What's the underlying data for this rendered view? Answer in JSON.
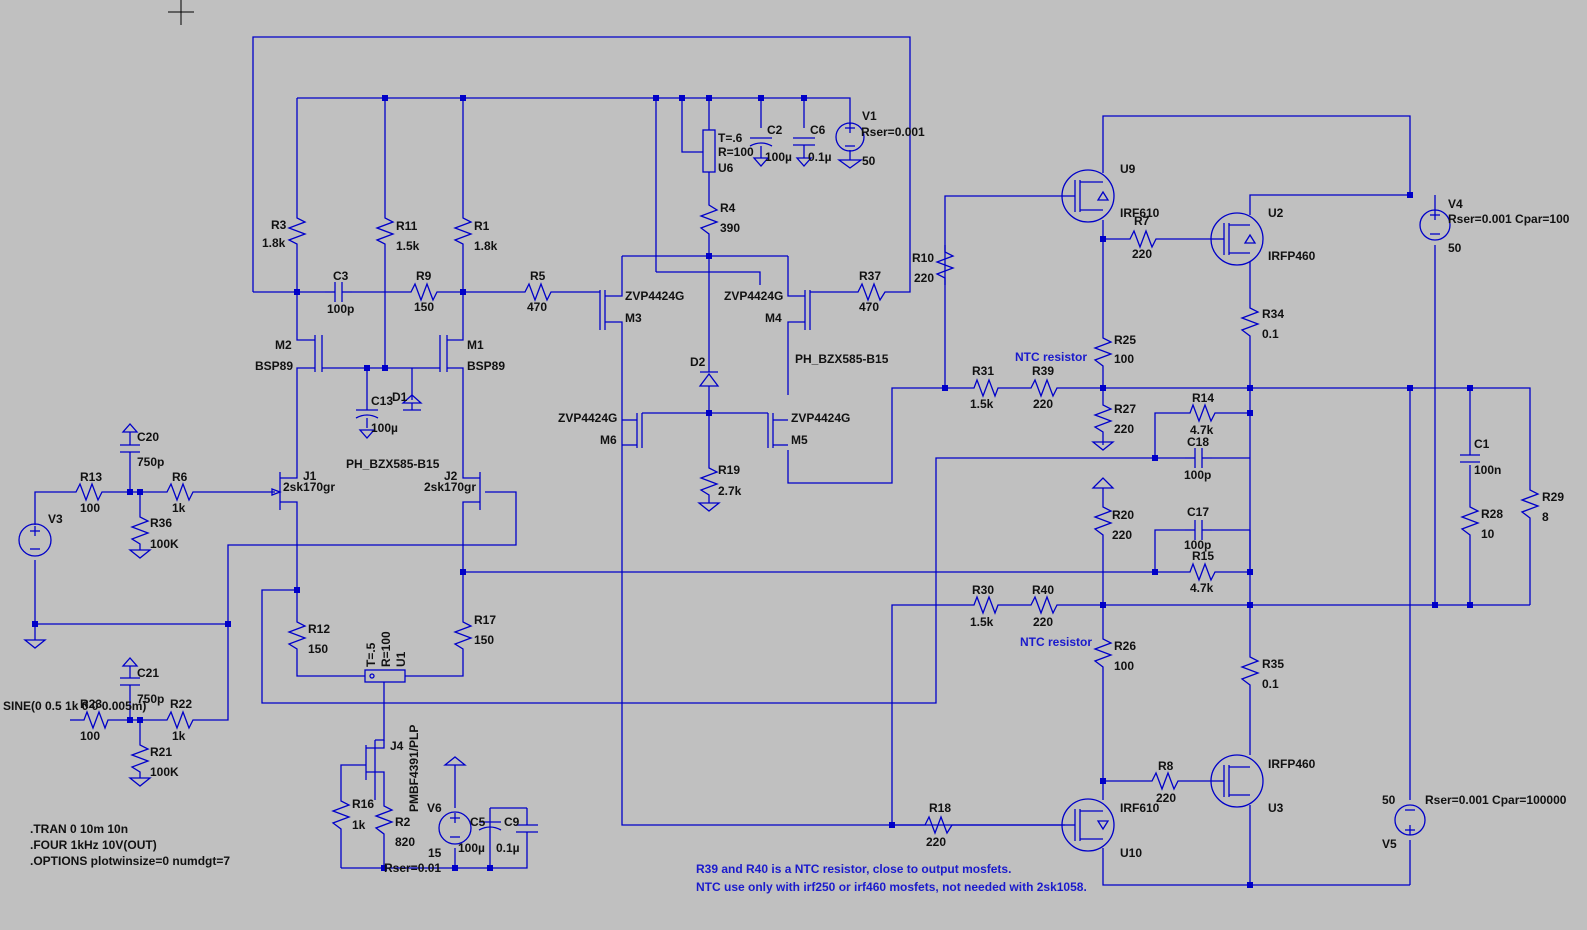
{
  "components": {
    "R3": [
      "R3",
      "1.8k"
    ],
    "R11": [
      "R11",
      "1.5k"
    ],
    "R1": [
      "R1",
      "1.8k"
    ],
    "C3": [
      "C3",
      "100p"
    ],
    "R9": [
      "R9",
      "150"
    ],
    "R5": [
      "R5",
      "470"
    ],
    "R37": [
      "R37",
      "470"
    ],
    "R4": [
      "R4",
      "390"
    ],
    "R10": [
      "R10",
      "220"
    ],
    "R7": [
      "R7",
      "220"
    ],
    "R34": [
      "R34",
      "0.1"
    ],
    "R25": [
      "R25",
      "100"
    ],
    "R31": [
      "R31",
      "1.5k"
    ],
    "R39": [
      "R39",
      "220"
    ],
    "R27": [
      "R27",
      "220"
    ],
    "R14": [
      "R14",
      "4.7k"
    ],
    "C18": [
      "C18",
      "100p"
    ],
    "C1": [
      "C1",
      "100n"
    ],
    "R28": [
      "R28",
      "10"
    ],
    "R29": [
      "R29",
      "8"
    ],
    "R19": [
      "R19",
      "2.7k"
    ],
    "C2": [
      "C2",
      "100µ"
    ],
    "C6": [
      "C6",
      "0.1µ"
    ],
    "R13": [
      "R13",
      "100"
    ],
    "R6": [
      "R6",
      "1k"
    ],
    "R36": [
      "R36",
      "100K"
    ],
    "C20": [
      "C20",
      "750p"
    ],
    "C13": [
      "C13",
      "100µ"
    ],
    "R12": [
      "R12",
      "150"
    ],
    "R17": [
      "R17",
      "150"
    ],
    "C21": [
      "C21",
      "750p"
    ],
    "R23": [
      "R23",
      "100"
    ],
    "R22": [
      "R22",
      "1k"
    ],
    "R21": [
      "R21",
      "100K"
    ],
    "R16": [
      "R16",
      "1k"
    ],
    "R2": [
      "R2",
      "820"
    ],
    "C5": [
      "C5",
      "100µ"
    ],
    "C9": [
      "C9",
      "0.1µ"
    ],
    "R20": [
      "R20",
      "220"
    ],
    "C17": [
      "C17",
      "100p"
    ],
    "R15": [
      "R15",
      "4.7k"
    ],
    "R30": [
      "R30",
      "1.5k"
    ],
    "R40": [
      "R40",
      "220"
    ],
    "R26": [
      "R26",
      "100"
    ],
    "R35": [
      "R35",
      "0.1"
    ],
    "R8": [
      "R8",
      "220"
    ],
    "R18": [
      "R18",
      "220"
    ]
  },
  "devices": {
    "M2": "M2",
    "BSP89_L": "BSP89",
    "M1": "M1",
    "BSP89_R": "BSP89",
    "D1": "D1",
    "PH1": "PH_BZX585-B15",
    "J1": "J1",
    "J1m": "2sk170gr",
    "J2": "J2",
    "J2m": "2sk170gr",
    "M3m": "ZVP4424G",
    "M3": "M3",
    "M4m": "ZVP4424G",
    "M4": "M4",
    "PH2": "PH_BZX585-B15",
    "D2": "D2",
    "M6m": "ZVP4424G",
    "M6": "M6",
    "M5m": "ZVP4424G",
    "M5": "M5",
    "U9": "U9",
    "U9m": "IRF610",
    "U2": "U2",
    "U2m": "IRFP460",
    "U10m": "IRF610",
    "U10": "U10",
    "U3m": "IRFP460",
    "U3": "U3",
    "J4": "J4",
    "J4m": "PMBF4391/PLP",
    "U6": "U6",
    "U6t": "T=.6",
    "U6r": "R=100",
    "U1": "U1",
    "U1t": "T=.5",
    "U1r": "R=100"
  },
  "sources": {
    "V1": "V1",
    "V1p": "Rser=0.001",
    "V1v": "50",
    "V4": "V4",
    "V4p": "Rser=0.001 Cpar=100",
    "V4v": "50",
    "V5": "V5",
    "V5p": "Rser=0.001 Cpar=100000",
    "V5v": "50",
    "V3": "V3",
    "V3p": "SINE(0 0.5 1k 0 0 0.005m)",
    "V6": "V6",
    "V6v": "15",
    "V6p": "Rser=0.01"
  },
  "notes": {
    "ntc1": "NTC resistor",
    "ntc2": "NTC resistor",
    "note1": "R39 and R40  is a NTC resistor, close to output mosfets.",
    "note2": "NTC use only with irf250 or irf460 mosfets, not needed with 2sk1058."
  },
  "directives": {
    "d1": ".TRAN 0 10m 10n",
    "d2": ".FOUR 1kHz 10V(OUT)",
    "d3": ".OPTIONS plotwinsize=0 numdgt=7"
  }
}
